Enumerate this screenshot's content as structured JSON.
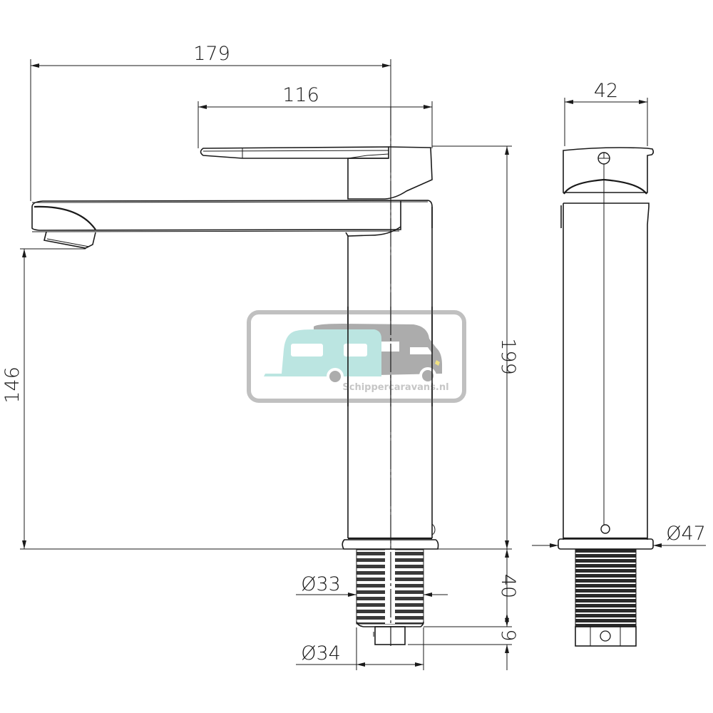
{
  "drawing": {
    "title": "Faucet technical drawing",
    "views": [
      "side-view",
      "front-view"
    ],
    "dimensions": {
      "overall_length": "179",
      "handle_length": "116",
      "spout_height": "146",
      "total_height": "199",
      "body_width": "42",
      "base_diameter": "Ø47",
      "thread_diameter": "Ø33",
      "shank_diameter": "Ø34",
      "thread_length": "40",
      "tail_length": "9"
    },
    "colors": {
      "line": "#1a1a1a",
      "watermark_teal": "#b8e4e0",
      "watermark_gray": "#a8a8a8",
      "watermark_frame": "#bdbdbd",
      "headlight": "#f0e07a"
    }
  },
  "watermark": {
    "text": "Schippercaravans.nl"
  }
}
